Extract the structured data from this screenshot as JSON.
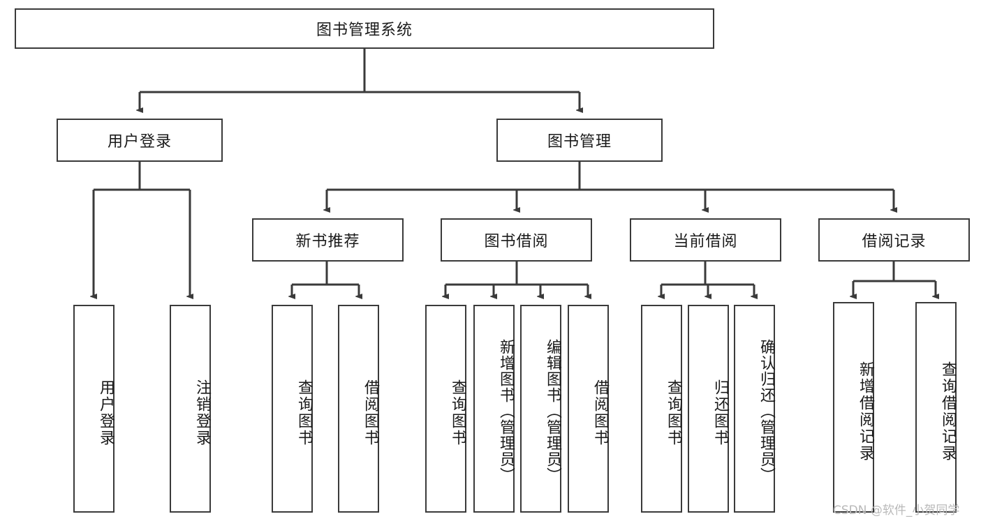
{
  "diagram": {
    "type": "tree-hierarchy",
    "title": "图书管理系统",
    "root": {
      "label": "图书管理系统"
    },
    "level2": [
      {
        "label": "用户登录"
      },
      {
        "label": "图书管理"
      }
    ],
    "level3": [
      {
        "label": "新书推荐"
      },
      {
        "label": "图书借阅"
      },
      {
        "label": "当前借阅"
      },
      {
        "label": "借阅记录"
      }
    ],
    "leaves": {
      "user_login": [
        {
          "label": "用户登录"
        },
        {
          "label": "注销登录"
        }
      ],
      "new_book_recommend": [
        {
          "label": "查询图书"
        },
        {
          "label": "借阅图书"
        }
      ],
      "book_borrow": [
        {
          "label": "查询图书"
        },
        {
          "label": "新增图书（管理员）"
        },
        {
          "label": "编辑图书（管理员）"
        },
        {
          "label": "借阅图书"
        }
      ],
      "current_borrow": [
        {
          "label": "查询图书"
        },
        {
          "label": "归还图书"
        },
        {
          "label": "确认归还（管理员）"
        }
      ],
      "borrow_record": [
        {
          "label": "新增借阅记录"
        },
        {
          "label": "查询借阅记录"
        }
      ]
    }
  },
  "watermark": {
    "text": "CSDN @软件_小贺同学"
  },
  "colors": {
    "stroke": "#3a3a3a",
    "text": "#1a1a1a",
    "background": "#ffffff",
    "watermark": "#b9b9b9"
  }
}
